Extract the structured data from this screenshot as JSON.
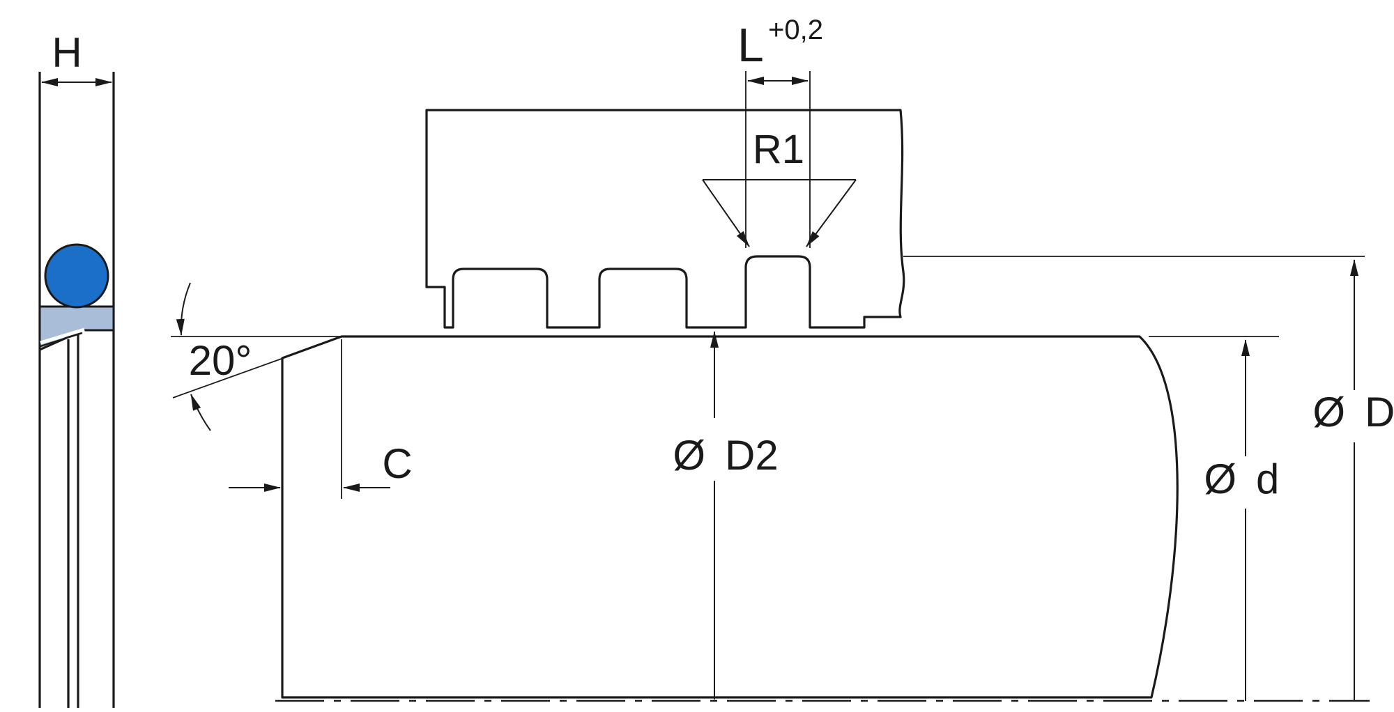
{
  "drawing": {
    "labels": {
      "seal_height": "H",
      "groove_length": "L",
      "groove_length_tolerance": "+0,2",
      "groove_corner_radius": "R1",
      "lead_in_angle": "20°",
      "chamfer_length": "C",
      "diameter_symbol": "Ø",
      "groove_diameter": "D",
      "clearance_diameter": "D2",
      "rod_diameter": "d"
    },
    "colors": {
      "o_ring": "#1b6fc9",
      "seal_ring": "#a9bdd9",
      "housing": "#d3d5d7",
      "outline": "#1a1a1a",
      "background": "#ffffff"
    }
  }
}
